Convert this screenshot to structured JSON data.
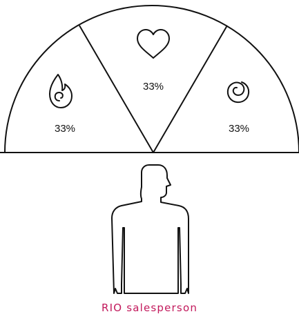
{
  "segments": [
    {
      "icon": "flame-spiral-icon",
      "label": "33%"
    },
    {
      "icon": "heart-icon",
      "label": "33%"
    },
    {
      "icon": "spiral-icon",
      "label": "33%"
    }
  ],
  "caption": "RIO salesperson",
  "colors": {
    "line": "#111111",
    "caption": "#c2185b"
  }
}
